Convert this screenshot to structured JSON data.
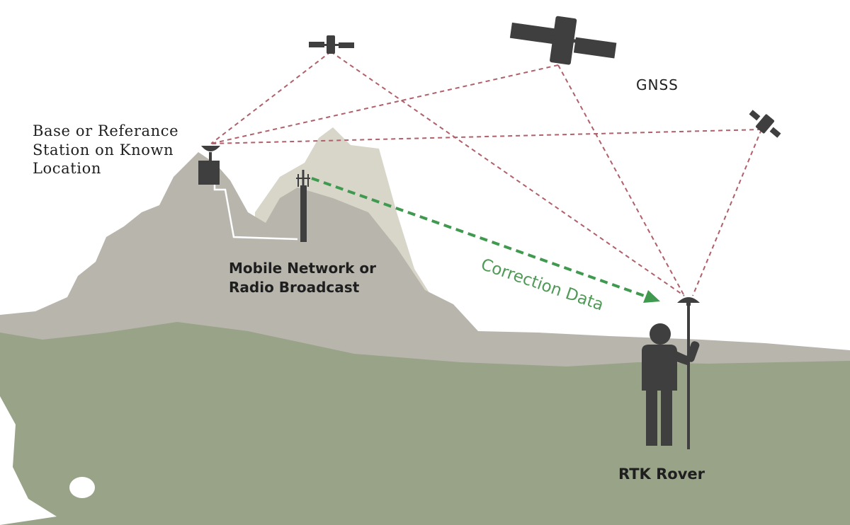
{
  "labels": {
    "base_station": [
      "Base or Referance",
      "Station on Known",
      "Location"
    ],
    "mobile_network": [
      "Mobile Network or",
      "Radio Broadcast"
    ],
    "gnss": "GNSS",
    "correction": "Correction Data",
    "rover": "RTK Rover"
  },
  "colors": {
    "sky": "#ffffff",
    "mountain_dark": "#b8b5ad",
    "mountain_light": "#d8d6c9",
    "ground": "#98a388",
    "equipment": "#3f3f3f",
    "signal_lines": "#b0606a",
    "correction_arrow": "#3f9a4f",
    "text": "#1f1f1f"
  },
  "icons": [
    "satellite-icon",
    "base-antenna-icon",
    "cell-tower-icon",
    "surveyor-icon"
  ]
}
